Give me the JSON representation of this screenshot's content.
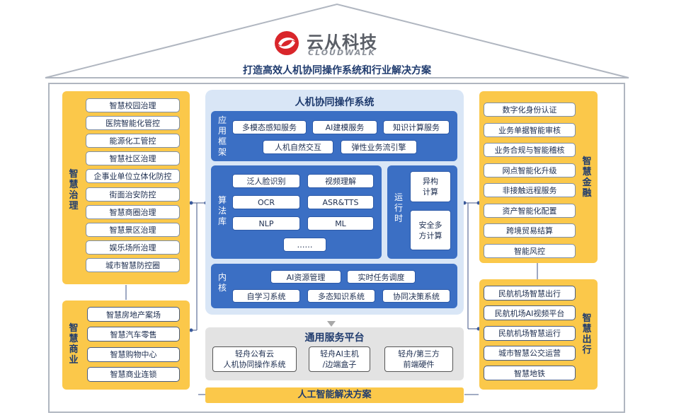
{
  "brand": {
    "name_cn": "云从科技",
    "name_en": "CLOUDWALK"
  },
  "subtitle": "打造高效人机协同操作系统和行业解决方案",
  "left_top": {
    "title": "智慧治理",
    "items": [
      "智慧校园治理",
      "医院智能化管控",
      "能源化工管控",
      "智慧社区治理",
      "企事业单位立体化防控",
      "街面治安防控",
      "智慧商圈治理",
      "智慧景区治理",
      "娱乐场所治理",
      "城市智慧防控圈"
    ]
  },
  "left_bottom": {
    "title": "智慧商业",
    "items": [
      "智慧房地产案场",
      "智慧汽车零售",
      "智慧购物中心",
      "智慧商业连锁"
    ]
  },
  "right_top": {
    "title": "智慧金融",
    "items": [
      "数字化身份认证",
      "业务单据智能审核",
      "业务合规与智能稽核",
      "网点智能化升级",
      "非接触远程服务",
      "资产智能化配置",
      "跨境贸易结算",
      "智能风控"
    ]
  },
  "right_bottom": {
    "title": "智慧出行",
    "items": [
      "民航机场智慧出行",
      "民航机场AI视频平台",
      "民航机场智慧运行",
      "城市智慧公交运营",
      "智慧地铁"
    ]
  },
  "center": {
    "title": "人机协同操作系统",
    "app_framework": {
      "label": "应用框架",
      "items": [
        "多模态感知服务",
        "AI建模服务",
        "知识计算服务",
        "人机自然交互",
        "弹性业务流引擎"
      ]
    },
    "algorithms": {
      "label": "算法库",
      "items": [
        "泛人脸识别",
        "视频理解",
        "OCR",
        "ASR&TTS",
        "NLP",
        "ML",
        "……"
      ]
    },
    "runtime": {
      "label": "运行时",
      "items": [
        "异构计算",
        "安全多方计算"
      ]
    },
    "kernel": {
      "label": "内核",
      "items": [
        "AI资源管理",
        "实时任务调度",
        "自学习系统",
        "多态知识系统",
        "协同决策系统"
      ]
    }
  },
  "platform": {
    "title": "通用服务平台",
    "items": [
      "轻舟公有云\n人机协同操作系统",
      "轻舟AI主机\n/边端盒子",
      "轻舟/第三方\n前端硬件"
    ]
  },
  "bottom_bar": "人工智能解决方案",
  "colors": {
    "accent_yellow": "#fbc84a",
    "os_blue": "#3b6fc4",
    "os_panel": "#d9e6f6",
    "title_blue": "#1f3b6e",
    "logo_red": "#d9262b"
  }
}
